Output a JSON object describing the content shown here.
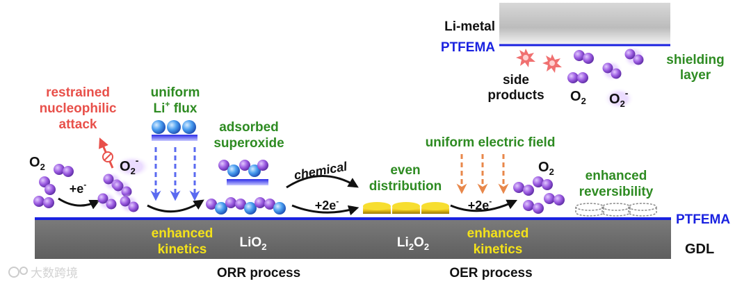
{
  "labels": {
    "li_metal": "Li-metal",
    "ptfema_top": "PTFEMA",
    "side": "side",
    "products": "products",
    "o2_top": "O",
    "o2_top_sub": "2",
    "o2minus_top": "O",
    "o2minus_top_sub": "2",
    "o2minus_top_sup": "-",
    "shielding": "shielding",
    "layer": "layer",
    "restrained": "restrained",
    "nucleophilic": "nucleophilic",
    "attack": "attack",
    "uniform": "uniform",
    "li_flux_li": "Li",
    "li_flux_sup": "+",
    "li_flux_rest": " flux",
    "adsorbed": "adsorbed",
    "superoxide": "superoxide",
    "o2_left": "O",
    "o2_left_sub": "2",
    "e_minus": "+e",
    "e_minus_sup": "-",
    "o2minus_left": "O",
    "o2minus_left_sub": "2",
    "o2minus_left_sup": "-",
    "chemical": "chemical",
    "plus_2e": "+2e",
    "plus_2e_sup": "-",
    "even": "even",
    "distribution": "distribution",
    "uniform_field": "uniform electric field",
    "plus_2e_oer": "+2e",
    "plus_2e_oer_sup": "-",
    "o2_right": "O",
    "o2_right_sub": "2",
    "enhanced": "enhanced",
    "reversibility": "reversibility",
    "ptfema_bottom": "PTFEMA",
    "enhanced_k1a": "enhanced",
    "enhanced_k1b": "kinetics",
    "lio2": "LiO",
    "lio2_sub": "2",
    "li2o2_a": "Li",
    "li2o2_sub1": "2",
    "li2o2_b": "O",
    "li2o2_sub2": "2",
    "enhanced_k2a": "enhanced",
    "enhanced_k2b": "kinetics",
    "gdl": "GDL",
    "orr": "ORR process",
    "oer": "OER process",
    "watermark": "大数跨境"
  },
  "colors": {
    "green": "#2e8b22",
    "red": "#e8504a",
    "yellow": "#f4e21a",
    "blue": "#1a22e0",
    "purple": "#8a4fd0",
    "gdl_gray": "#6e6e6e"
  }
}
